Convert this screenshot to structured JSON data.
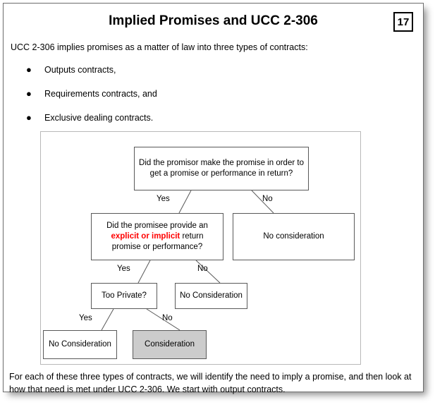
{
  "slide": {
    "title": "Implied Promises and UCC 2-306",
    "page_number": "17",
    "intro": "UCC 2-306 implies promises as a matter of law into three types of contracts:",
    "bullets": [
      {
        "marker": "●",
        "text": "Outputs contracts,"
      },
      {
        "marker": "●",
        "text": "Requirements contracts, and"
      },
      {
        "marker": "●",
        "text": "Exclusive dealing contracts."
      }
    ],
    "footer": "For each of these three types of contracts, we will identify the need to imply a promise, and then look at how that need is met under UCC 2-306. We start with output contracts."
  },
  "flowchart": {
    "nodes": {
      "promisor": "Did the promisor make the promise in order to get a promise or performance in return?",
      "promisee_pre": "Did the promisee provide an ",
      "promisee_em": "explicit or implicit",
      "promisee_post": " return promise or performance?",
      "no_consideration_right": "No consideration",
      "too_private": "Too Private?",
      "no_consideration_mid": "No Consideration",
      "no_consideration_bottom": "No Consideration",
      "consideration": "Consideration"
    },
    "edge_labels": {
      "yes_1": "Yes",
      "no_1": "No",
      "yes_2": "Yes",
      "no_2": "No",
      "yes_3": "Yes",
      "no_3": "No"
    },
    "colors": {
      "highlight_text": "#ff0000",
      "filled_node_bg": "#cccccc",
      "node_border": "#595959",
      "container_border": "#b8b8b8"
    }
  }
}
